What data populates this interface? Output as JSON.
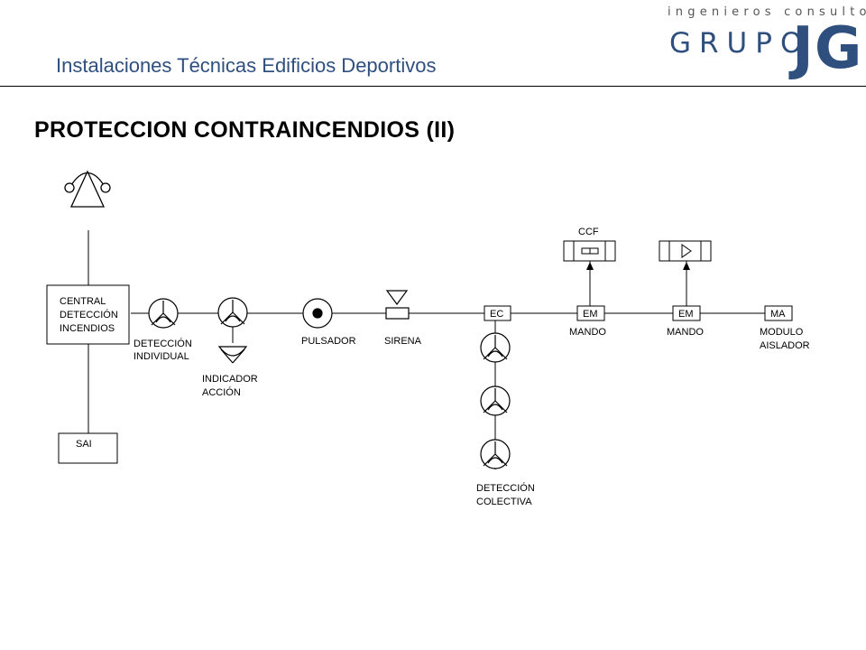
{
  "header": {
    "title": "Instalaciones Técnicas Edificios Deportivos",
    "logo_tagline": "ingenieros consultores",
    "logo_name": "GRUPO",
    "logo_mark": "JG"
  },
  "slide_title": "PROTECCION CONTRAINCENDIOS (II)",
  "diagram": {
    "central_line1": "CENTRAL",
    "central_line2": "DETECCIÓN",
    "central_line3": "INCENDIOS",
    "sai": "SAI",
    "det_individual_line1": "DETECCIÓN",
    "det_individual_line2": "INDIVIDUAL",
    "indicador_line1": "INDICADOR",
    "indicador_line2": "ACCIÓN",
    "pulsador": "PULSADOR",
    "sirena": "SIRENA",
    "ec": "EC",
    "em1": "EM",
    "em2": "EM",
    "ma": "MA",
    "ccf": "CCF",
    "mando1": "MANDO",
    "mando2": "MANDO",
    "modulo_line1": "MODULO",
    "modulo_line2": "AISLADOR",
    "det_colectiva_line1": "DETECCIÓN",
    "det_colectiva_line2": "COLECTIVA"
  },
  "colors": {
    "brand": "#2f4f7f",
    "line": "#000000"
  }
}
